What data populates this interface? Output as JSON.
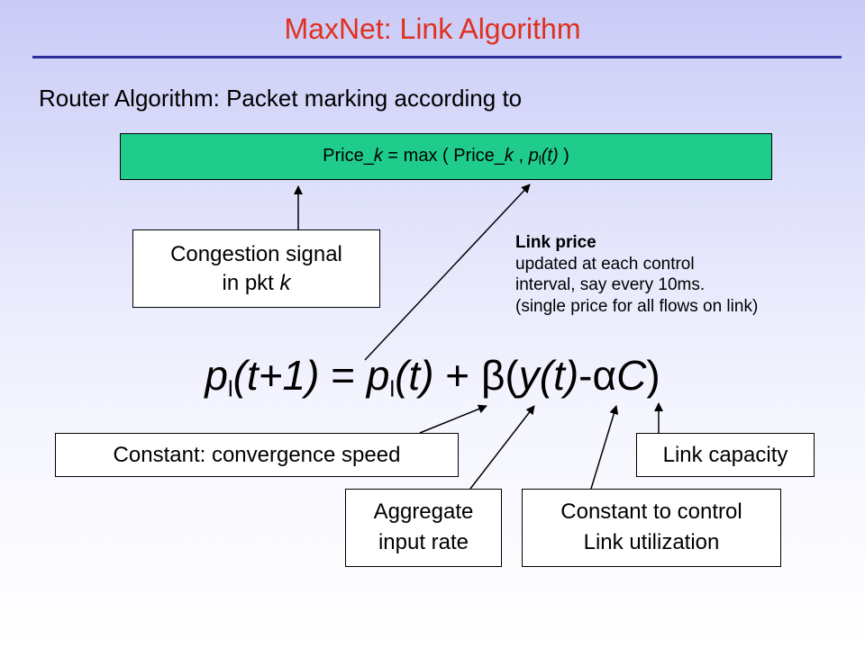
{
  "colors": {
    "title": "#e0301e",
    "rule": "#2b2f9e",
    "price_box_fill": "#1fcc8c",
    "background_top": "#c9cbf7",
    "background_bottom": "#ffffff"
  },
  "slide": {
    "title": "MaxNet: Link Algorithm",
    "subtitle": "Router Algorithm: Packet marking according to"
  },
  "price_box": {
    "lhs": "Price_k",
    "eq_max": " = max ( Price_k , p",
    "sub": "l",
    "arg": "(t)",
    "close": " )"
  },
  "congestion_box": {
    "line1": "Congestion signal",
    "line2_text": "in pkt ",
    "line2_var": "k"
  },
  "link_price_note": {
    "title": "Link price",
    "line1": "updated at each control",
    "line2": "interval, say every 10ms.",
    "line3": "(single price for all flows on link)"
  },
  "equation": {
    "p1": "p",
    "sub1": "l",
    "arg1": "(t+1)",
    "eq": " = ",
    "p2": "p",
    "sub2": "l",
    "arg2": "(t)",
    "plus": " + ",
    "beta": "β",
    "open": "(",
    "y": "y",
    "yarg": "(t)",
    "minus": "-",
    "alpha": "α",
    "C": "C",
    "close": ")"
  },
  "labels": {
    "beta": "Constant: convergence speed",
    "capacity": "Link capacity",
    "aggregate_line1": "Aggregate",
    "aggregate_line2": "input rate",
    "alpha_line1": "Constant to control",
    "alpha_line2": "Link utilization"
  }
}
